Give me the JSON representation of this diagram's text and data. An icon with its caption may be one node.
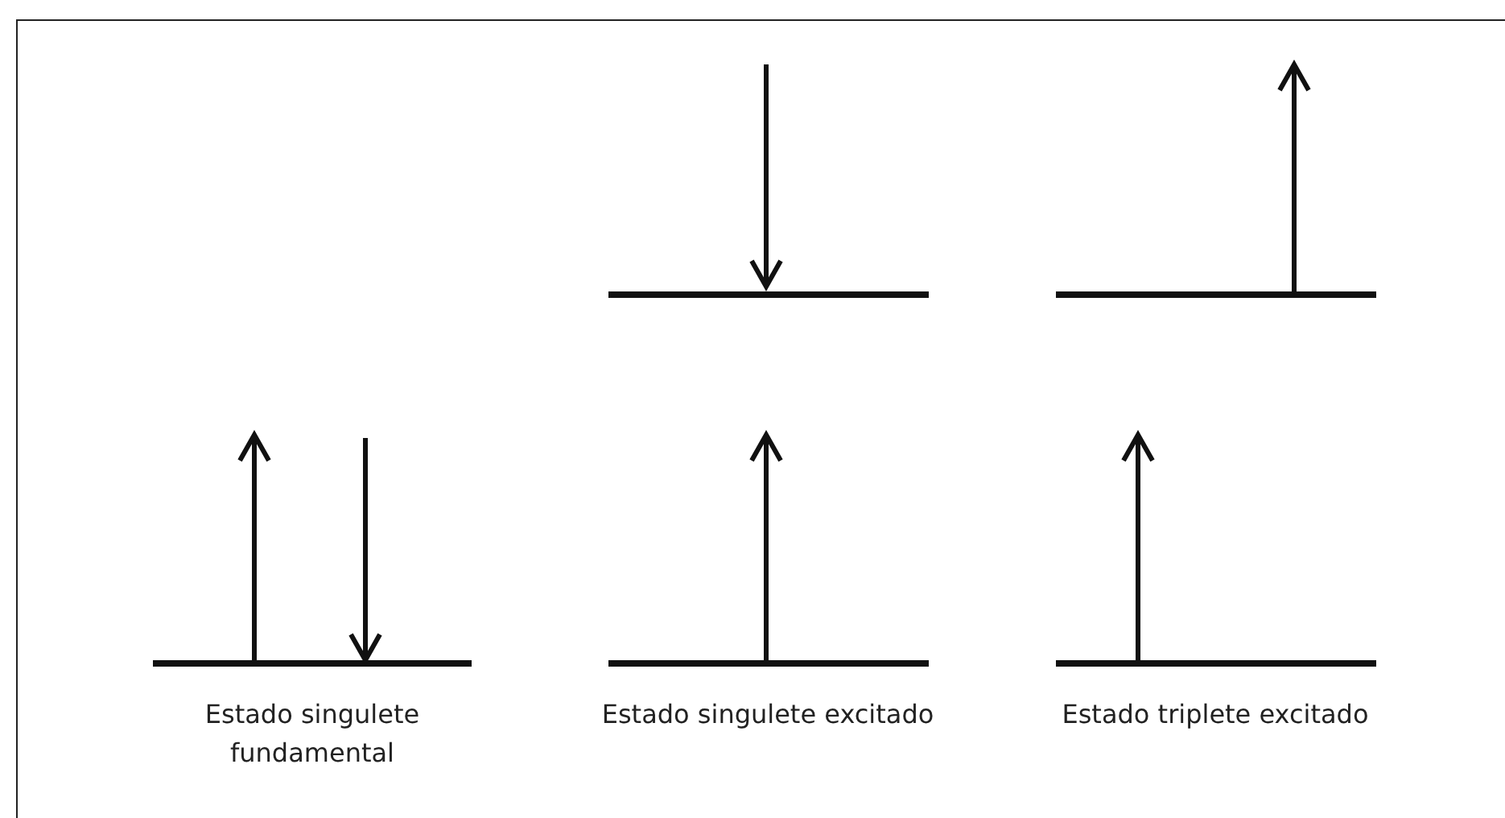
{
  "diagram": {
    "labels": [
      "Estado singulete fundamental",
      "Estado singulete excitado",
      "Estado triplete excitado"
    ]
  }
}
